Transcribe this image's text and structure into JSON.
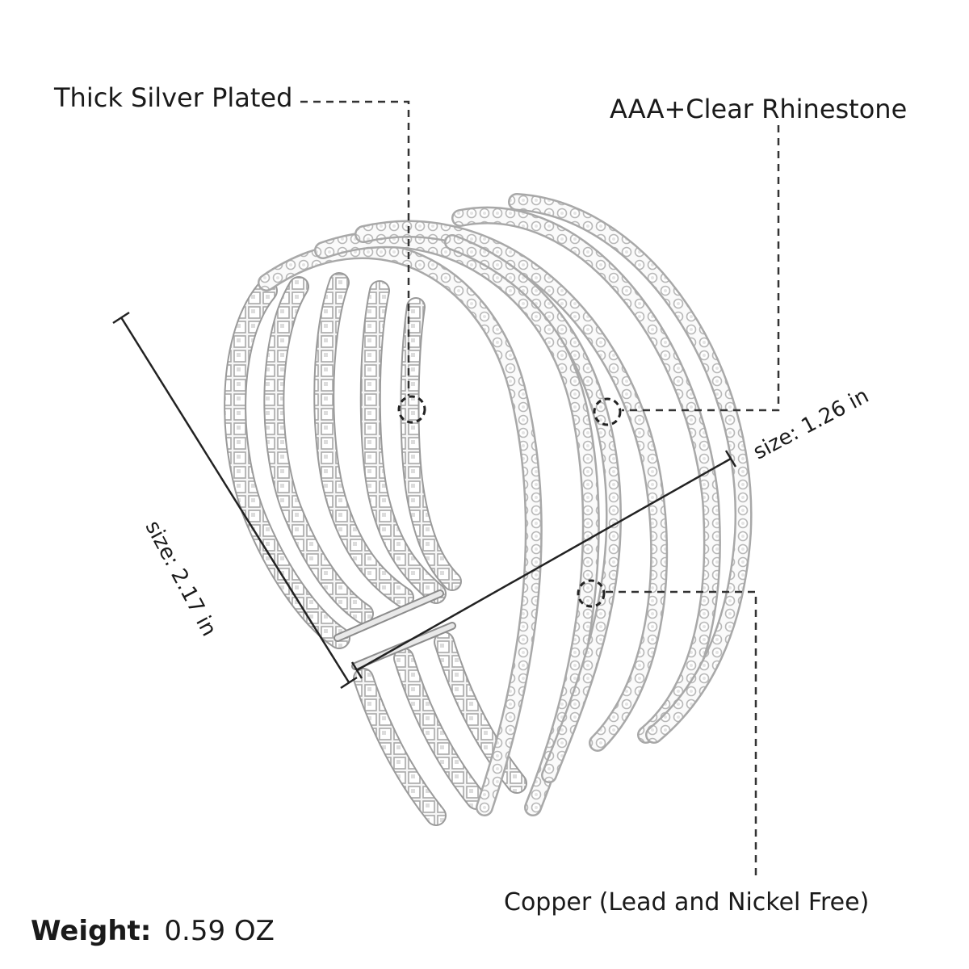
{
  "callouts": {
    "silver": "Thick Silver Plated",
    "rhinestone": "AAA+Clear Rhinestone",
    "copper": "Copper (Lead and Nickel Free)"
  },
  "dimensions": {
    "width_label": "size: 1.26 in",
    "height_label": "size: 2.17 in"
  },
  "weight": {
    "label": "Weight:",
    "value": "0.59 OZ"
  },
  "colors": {
    "text": "#1a1a1a",
    "leader_line": "#333333",
    "silver_metal": "#d8d8d8",
    "rhinestone": "#f4f4f4"
  }
}
